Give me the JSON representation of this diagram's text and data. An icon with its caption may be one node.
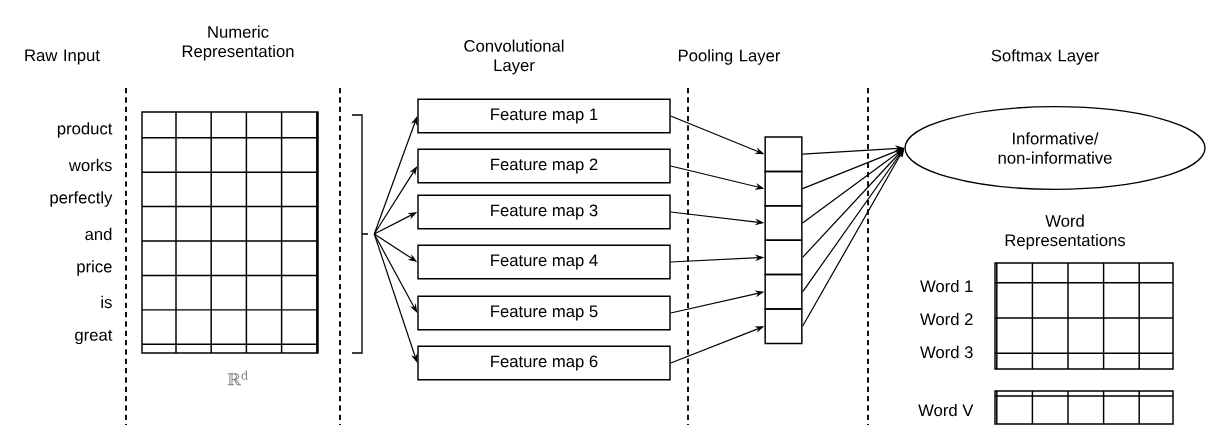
{
  "diagram": {
    "nodes": [
      {
        "text": [],
        "shape": "bracket"
      },
      {
        "text": [
          "Feature map 1"
        ]
      },
      {
        "text": [
          "Feature map 2"
        ]
      },
      {
        "text": [
          "Feature map 3"
        ]
      },
      {
        "text": [
          "Feature map 4"
        ]
      },
      {
        "text": [
          "Feature map 5"
        ]
      },
      {
        "text": [
          "Feature map 6"
        ]
      },
      {
        "text": [],
        "shape": "box"
      },
      {
        "text": [],
        "shape": "box"
      },
      {
        "text": [],
        "shape": "box"
      },
      {
        "text": [],
        "shape": "box"
      },
      {
        "text": [],
        "shape": "box"
      },
      {
        "text": [],
        "shape": "box"
      },
      {
        "text": [
          "Informative/ non-informative"
        ]
      }
    ],
    "edges": [
      {
        "from": 0,
        "to": 1,
        "arrow": "to"
      },
      {
        "from": 0,
        "to": 2,
        "arrow": "to"
      },
      {
        "from": 0,
        "to": 3,
        "arrow": "to"
      },
      {
        "from": 0,
        "to": 4,
        "arrow": "to"
      },
      {
        "from": 0,
        "to": 5,
        "arrow": "to"
      },
      {
        "from": 0,
        "to": 6,
        "arrow": "to"
      },
      {
        "from": 1,
        "to": 7,
        "arrow": "to"
      },
      {
        "from": 2,
        "to": 8,
        "arrow": "to"
      },
      {
        "from": 3,
        "to": 9,
        "arrow": "to"
      },
      {
        "from": 4,
        "to": 10,
        "arrow": "to"
      },
      {
        "from": 5,
        "to": 11,
        "arrow": "to"
      },
      {
        "from": 6,
        "to": 12,
        "arrow": "to"
      },
      {
        "from": 7,
        "to": 13,
        "arrow": "to"
      },
      {
        "from": 8,
        "to": 13,
        "arrow": "to"
      },
      {
        "from": 9,
        "to": 13,
        "arrow": "to"
      },
      {
        "from": 10,
        "to": 13,
        "arrow": "to"
      },
      {
        "from": 11,
        "to": 13,
        "arrow": "to"
      },
      {
        "from": 12,
        "to": 13,
        "arrow": "to"
      }
    ],
    "labels": [
      "Raw Input",
      "Numeric Representation",
      "Convolutional Layer",
      "Pooling Layer",
      "Softmax Layer",
      "product",
      "works",
      "perfectly",
      "and",
      "price",
      "is",
      "great",
      "ℝ$^{d}$",
      "Word Representations",
      "Word 1",
      "Word 2",
      "Word 3",
      "Word V"
    ]
  }
}
